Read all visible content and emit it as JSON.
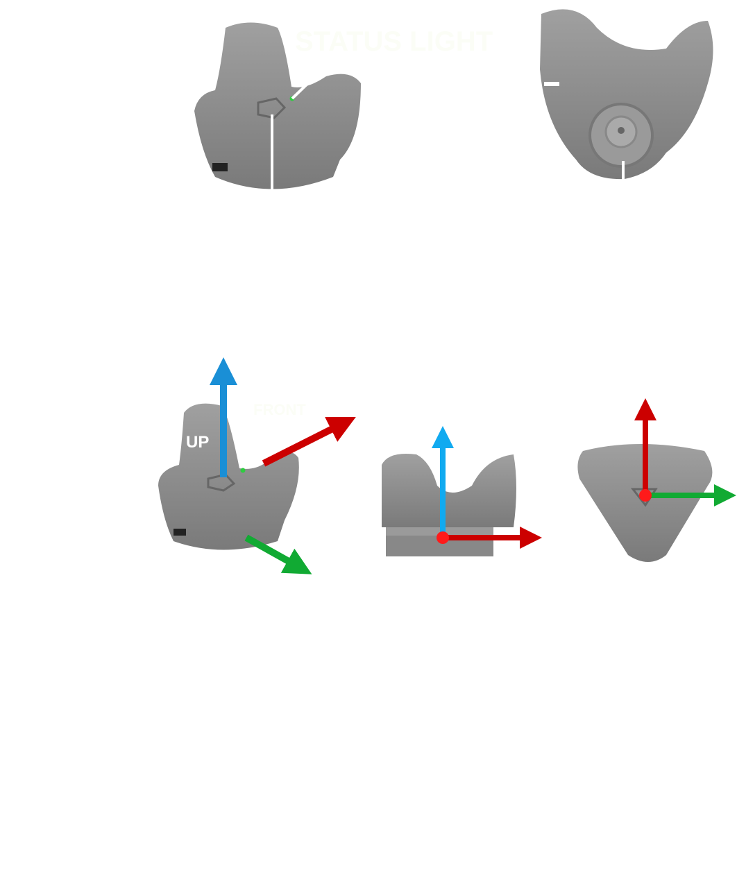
{
  "labels": {
    "status_light": "STATUS LIGHT",
    "up": "UP",
    "front": "FRONT"
  },
  "colors": {
    "body": "#8f8f8f",
    "led": "#2ecc40",
    "axis_up": "#1a8fd6",
    "axis_up_light": "#11aaf0",
    "axis_red": "#cc0000",
    "axis_green": "#11aa33",
    "origin": "#ff1a1a"
  }
}
